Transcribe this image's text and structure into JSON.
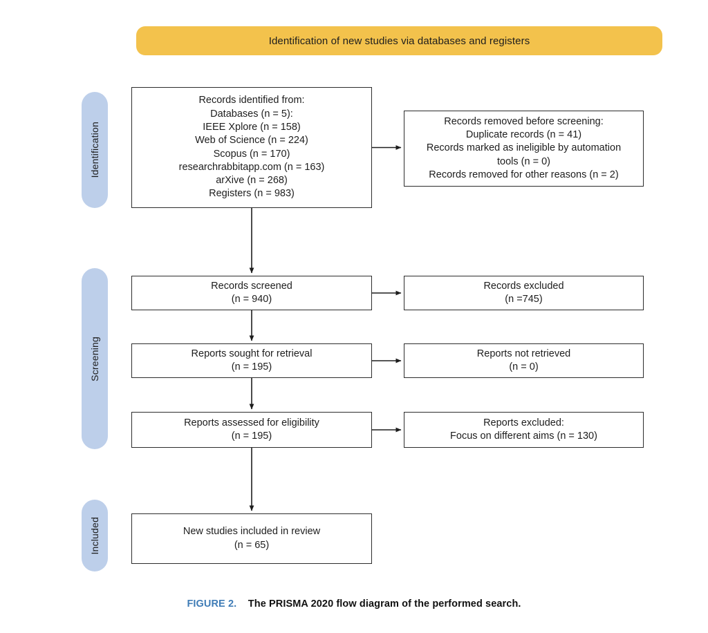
{
  "header": {
    "banner_label": "Identification of new studies via databases and registers",
    "banner_color": "#f3c24c"
  },
  "stages": {
    "pill_color": "#bdcfea",
    "items": [
      {
        "label": "Identification"
      },
      {
        "label": "Screening"
      },
      {
        "label": "Included"
      }
    ]
  },
  "boxes": {
    "identified": {
      "lines": [
        "Records identified from:",
        "Databases (n = 5):",
        "IEEE Xplore (n =  158)",
        "Web of Science (n =  224)",
        "Scopus (n =  170)",
        "researchrabbitapp.com (n =  163)",
        "arXive (n = 268)",
        "Registers (n = 983)"
      ]
    },
    "removed": {
      "lines": [
        "Records removed before screening:",
        "Duplicate records (n = 41)",
        "Records marked as ineligible by automation",
        "tools (n = 0)",
        "Records removed for other reasons (n = 2)"
      ]
    },
    "screened": {
      "lines": [
        "Records screened",
        "(n = 940)"
      ]
    },
    "excluded": {
      "lines": [
        "Records excluded",
        "(n =745)"
      ]
    },
    "sought": {
      "lines": [
        "Reports sought for retrieval",
        "(n = 195)"
      ]
    },
    "not_retrieved": {
      "lines": [
        "Reports not retrieved",
        "(n = 0)"
      ]
    },
    "assessed": {
      "lines": [
        "Reports assessed for eligibility",
        "(n = 195)"
      ]
    },
    "reports_excluded": {
      "lines": [
        "Reports excluded:",
        "Focus on different aims (n = 130)"
      ]
    },
    "included": {
      "lines": [
        "New studies included in review",
        "(n = 65)"
      ]
    }
  },
  "caption": {
    "figure_label": "FIGURE 2.",
    "figure_text": "The PRISMA 2020 flow diagram of the performed search.",
    "label_color": "#3f7cb6"
  },
  "chart_data": {
    "type": "diagram",
    "title": "PRISMA 2020 flow diagram",
    "stages": [
      "Identification",
      "Screening",
      "Included"
    ],
    "nodes": [
      {
        "id": "identified",
        "stage": "Identification",
        "label": "Records identified from",
        "n": 983,
        "breakdown": [
          {
            "source": "Databases",
            "n": 5
          },
          {
            "source": "IEEE Xplore",
            "n": 158
          },
          {
            "source": "Web of Science",
            "n": 224
          },
          {
            "source": "Scopus",
            "n": 170
          },
          {
            "source": "researchrabbitapp.com",
            "n": 163
          },
          {
            "source": "arXive",
            "n": 268
          },
          {
            "source": "Registers",
            "n": 983
          }
        ]
      },
      {
        "id": "removed",
        "stage": "Identification",
        "label": "Records removed before screening",
        "breakdown": [
          {
            "source": "Duplicate records",
            "n": 41
          },
          {
            "source": "Records marked as ineligible by automation tools",
            "n": 0
          },
          {
            "source": "Records removed for other reasons",
            "n": 2
          }
        ]
      },
      {
        "id": "screened",
        "stage": "Screening",
        "label": "Records screened",
        "n": 940
      },
      {
        "id": "excluded",
        "stage": "Screening",
        "label": "Records excluded",
        "n": 745
      },
      {
        "id": "sought",
        "stage": "Screening",
        "label": "Reports sought for retrieval",
        "n": 195
      },
      {
        "id": "not_retrieved",
        "stage": "Screening",
        "label": "Reports not retrieved",
        "n": 0
      },
      {
        "id": "assessed",
        "stage": "Screening",
        "label": "Reports assessed for eligibility",
        "n": 195
      },
      {
        "id": "reports_excluded",
        "stage": "Screening",
        "label": "Reports excluded: Focus on different aims",
        "n": 130
      },
      {
        "id": "included",
        "stage": "Included",
        "label": "New studies included in review",
        "n": 65
      }
    ],
    "edges": [
      {
        "from": "identified",
        "to": "removed"
      },
      {
        "from": "identified",
        "to": "screened"
      },
      {
        "from": "screened",
        "to": "excluded"
      },
      {
        "from": "screened",
        "to": "sought"
      },
      {
        "from": "sought",
        "to": "not_retrieved"
      },
      {
        "from": "sought",
        "to": "assessed"
      },
      {
        "from": "assessed",
        "to": "reports_excluded"
      },
      {
        "from": "assessed",
        "to": "included"
      }
    ]
  }
}
